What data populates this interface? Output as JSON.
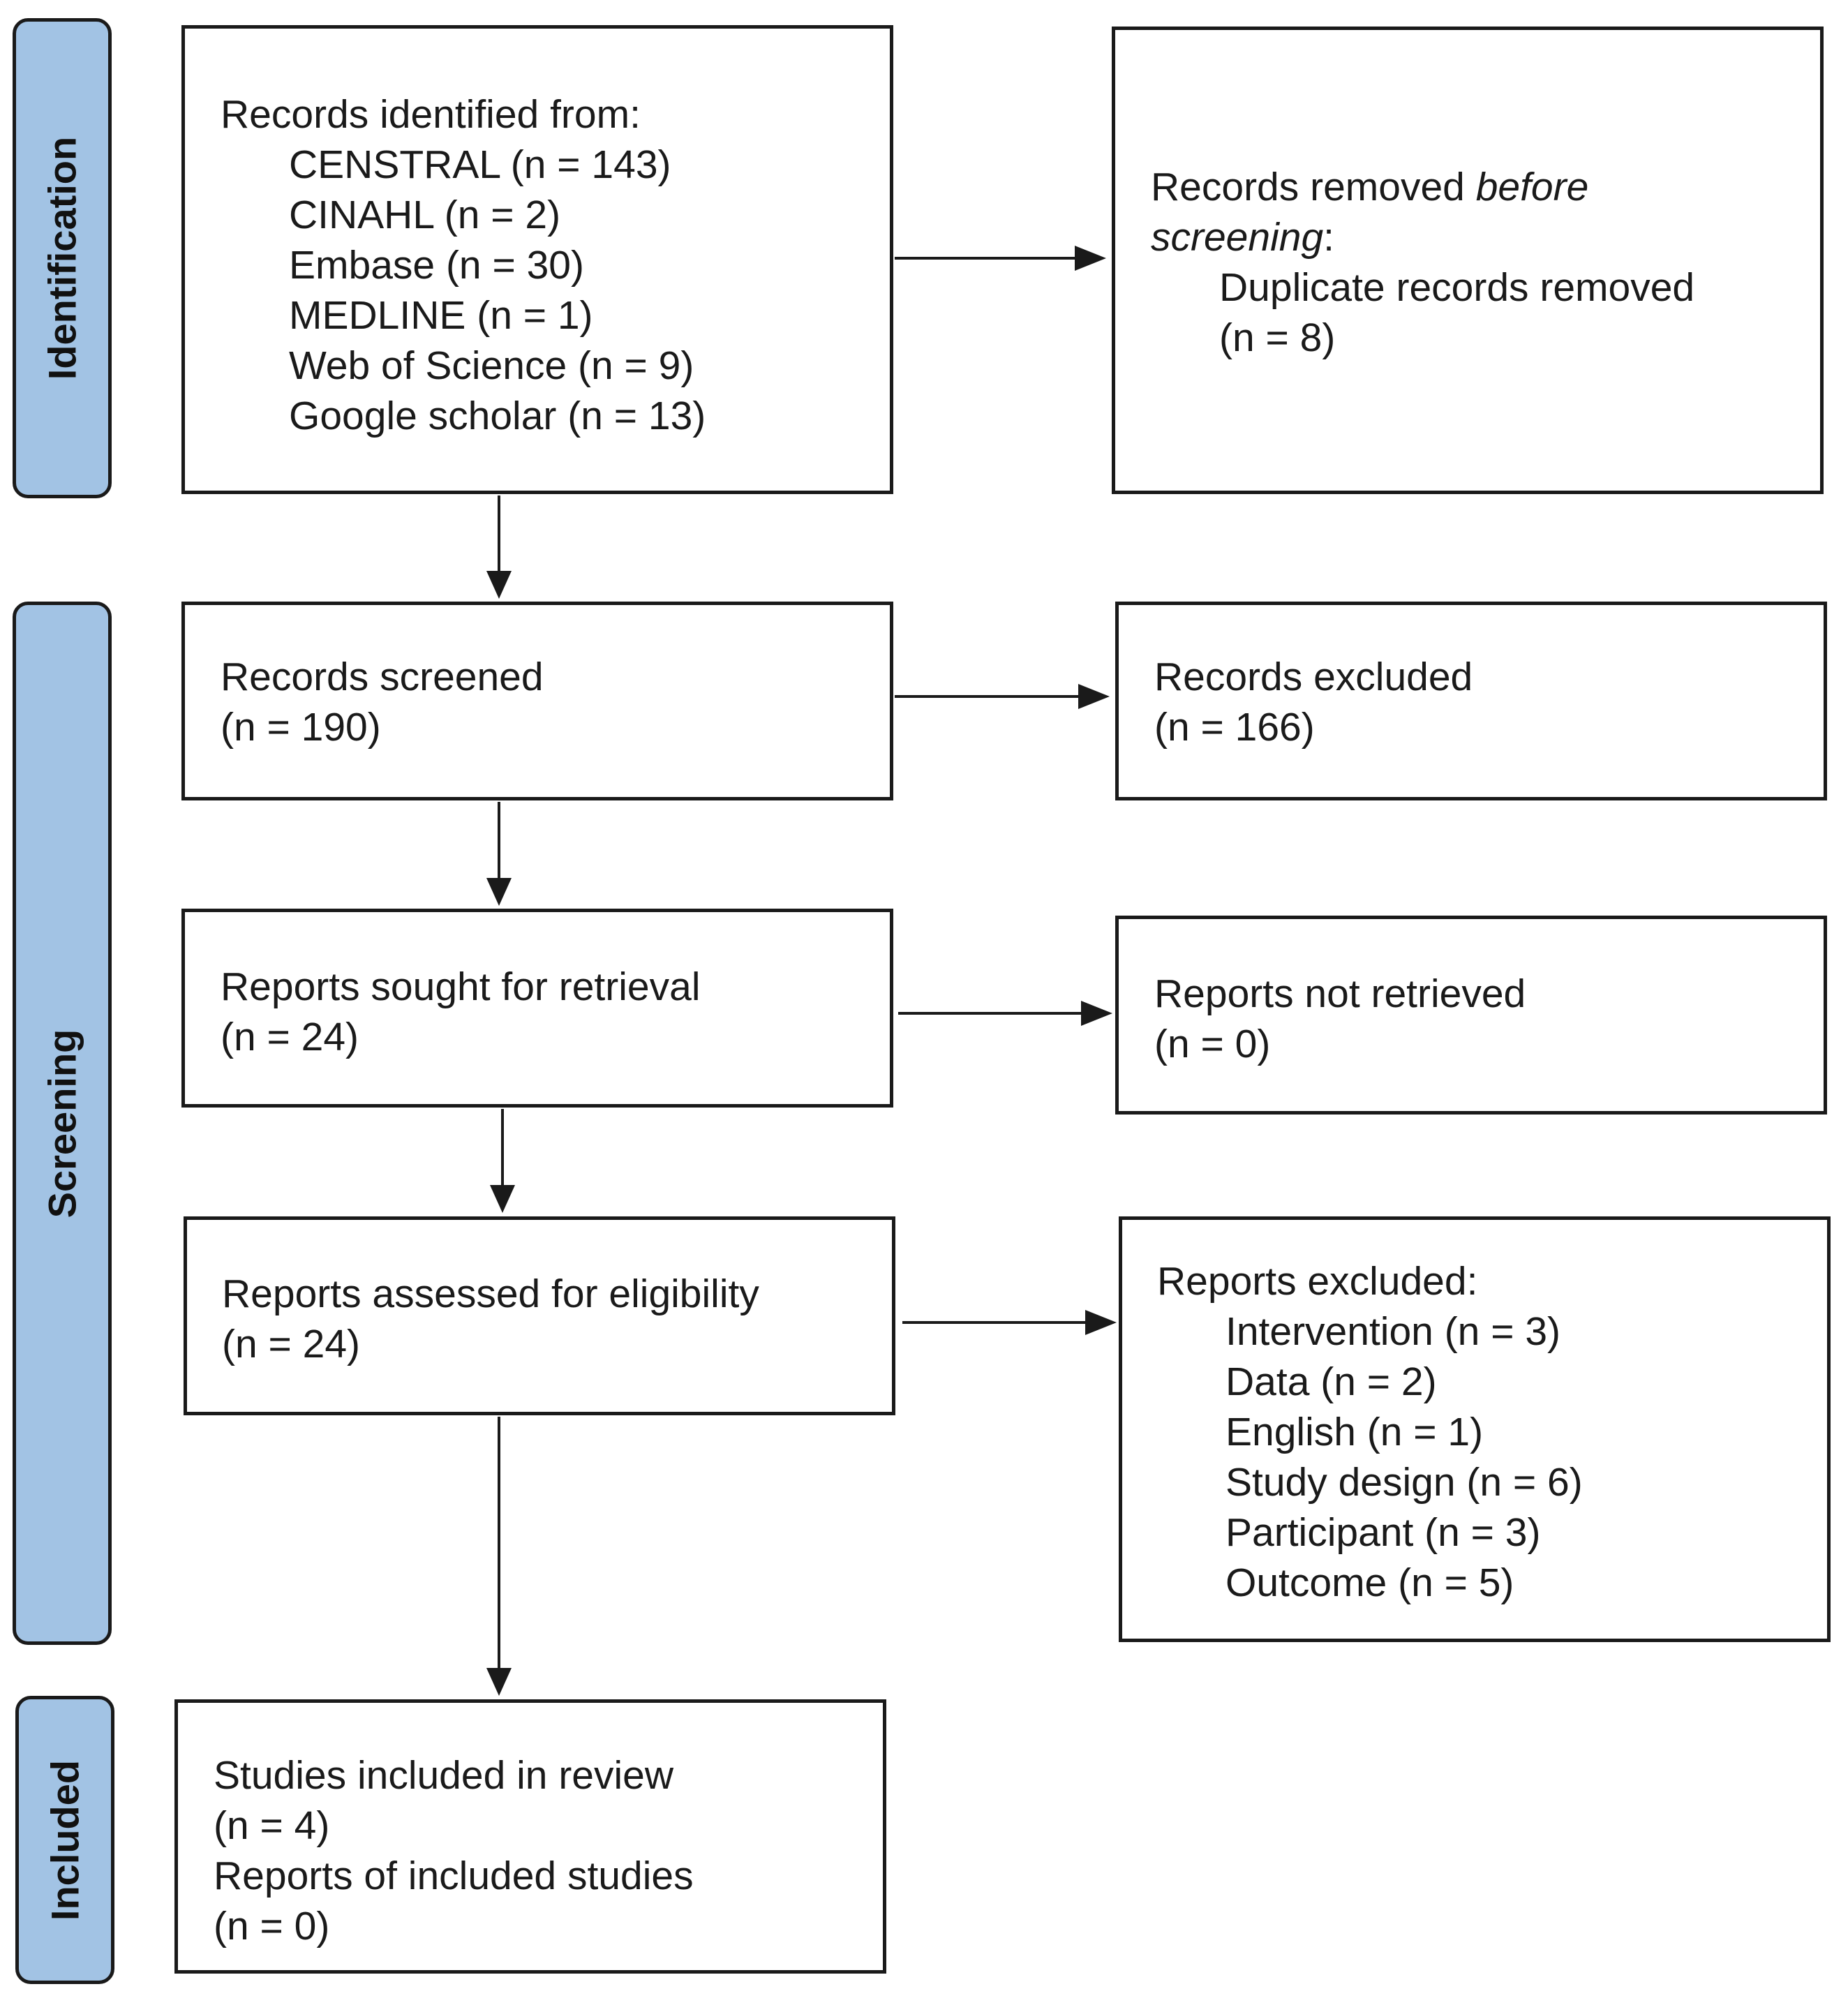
{
  "phases": {
    "identification": "Identification",
    "screening": "Screening",
    "included": "Included"
  },
  "identified": {
    "heading": "Records identified from:",
    "sources": [
      "CENSTRAL (n = 143)",
      "CINAHL (n = 2)",
      "Embase (n = 30)",
      "MEDLINE (n = 1)",
      "Web of Science (n = 9)",
      "Google scholar (n = 13)"
    ]
  },
  "removed": {
    "heading_prefix": "Records removed ",
    "heading_italic1": "before",
    "heading_italic2": "screening",
    "heading_colon": ":",
    "item_line1": "Duplicate records removed",
    "item_line2": "(n = 8)"
  },
  "screened": {
    "label": "Records screened",
    "count": "(n = 190)"
  },
  "excluded_records": {
    "label": "Records excluded",
    "count": "(n = 166)"
  },
  "sought": {
    "label": "Reports sought for retrieval",
    "count": "(n = 24)"
  },
  "not_retrieved": {
    "label": "Reports not retrieved",
    "count": "(n = 0)"
  },
  "assessed": {
    "label": "Reports assessed for eligibility",
    "count": "(n = 24)"
  },
  "reports_excluded": {
    "heading": "Reports excluded:",
    "reasons": [
      "Intervention (n = 3)",
      "Data (n = 2)",
      "English (n = 1)",
      "Study design (n = 6)",
      "Participant (n = 3)",
      "Outcome (n = 5)"
    ]
  },
  "included_box": {
    "studies_label": "Studies included in review",
    "studies_count": "(n = 4)",
    "reports_label": "Reports of included studies",
    "reports_count": "(n = 0)"
  },
  "colors": {
    "phase_fill": "#a2c3e4",
    "stroke": "#1a1a1a"
  }
}
